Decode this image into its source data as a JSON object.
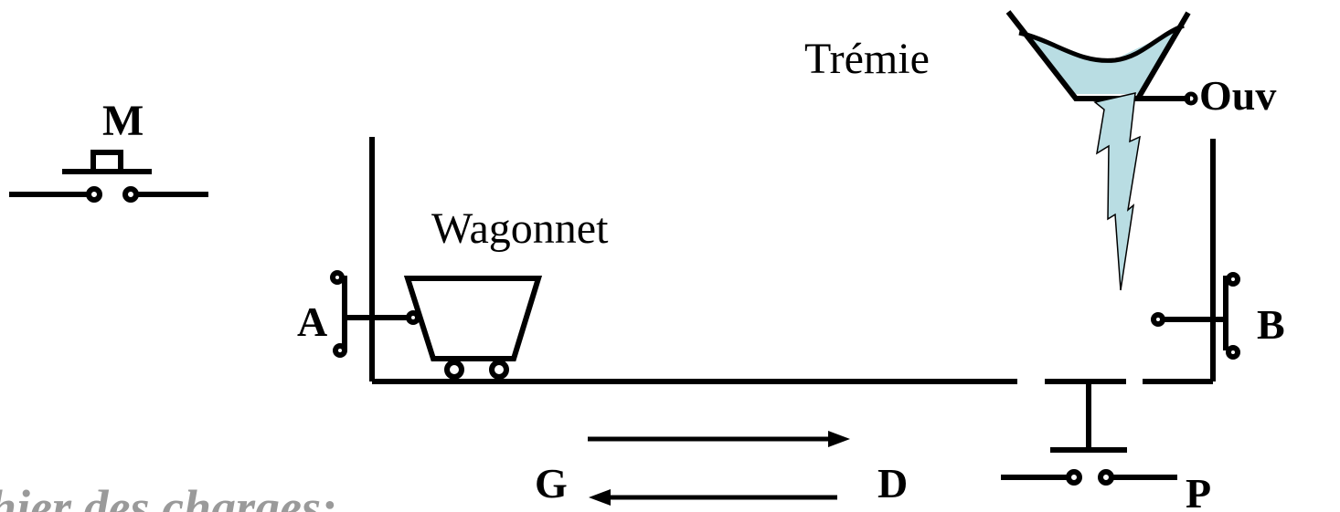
{
  "labels": {
    "M": "M",
    "tremie": "Trémie",
    "ouv": "Ouv",
    "wagonnet": "Wagonnet",
    "A": "A",
    "B": "B",
    "G": "G",
    "D": "D",
    "P": "P"
  },
  "footer_text": "hier des charges:",
  "colors": {
    "line": "#000000",
    "material": "#b9dde3",
    "footer": "#9a9a9a"
  }
}
